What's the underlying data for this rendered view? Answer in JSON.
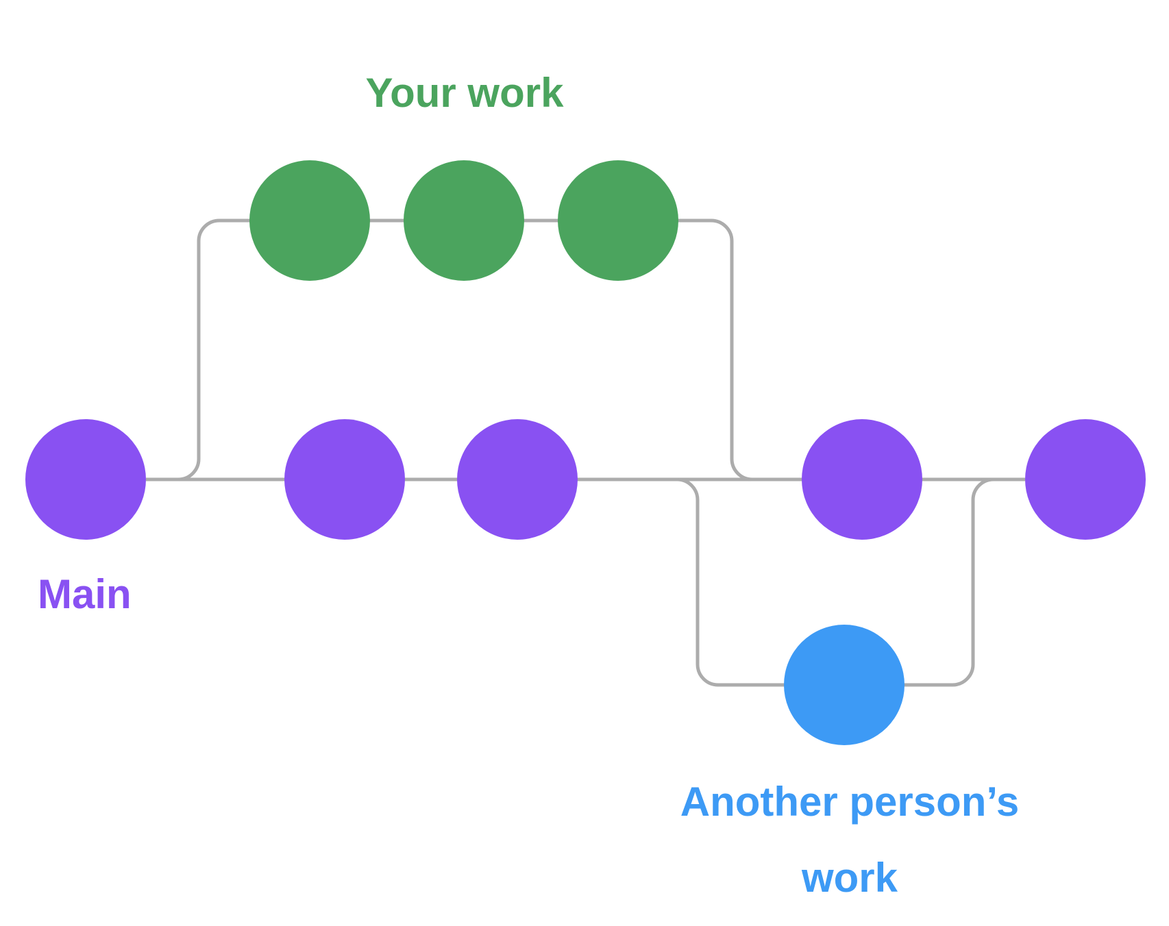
{
  "labels": {
    "your_work": "Your work",
    "main": "Main",
    "another_line1": "Another person’s",
    "another_line2": "work"
  },
  "colors": {
    "main": "#8951f2",
    "your_work": "#4ba45e",
    "another": "#3d9af5",
    "connector": "#acacac"
  },
  "diagram": {
    "type": "git-branch-graph",
    "branches": [
      {
        "name": "Main",
        "color_key": "main",
        "commit_count": 5
      },
      {
        "name": "Your work",
        "color_key": "your_work",
        "commit_count": 3,
        "branches_from": "Main",
        "merges_into": "Main"
      },
      {
        "name": "Another person’s work",
        "color_key": "another",
        "commit_count": 1,
        "branches_from": "Main",
        "merges_into": "Main"
      }
    ]
  }
}
